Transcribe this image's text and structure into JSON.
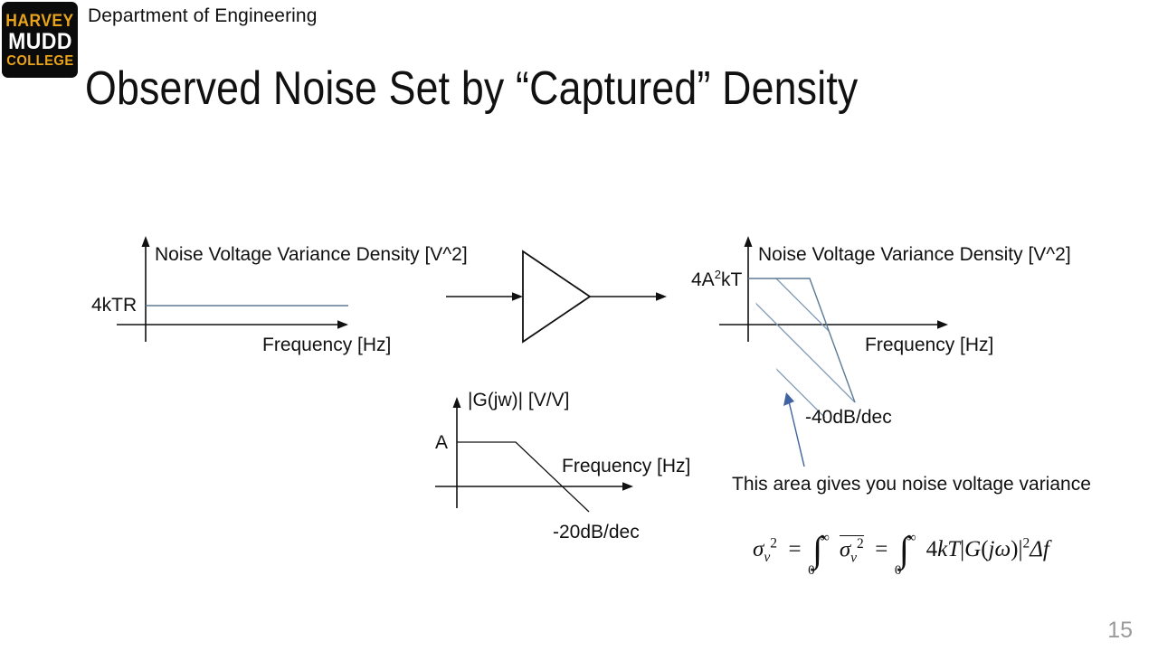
{
  "logo": {
    "line1": "HARVEY",
    "line2": "MUDD",
    "line3": "COLLEGE",
    "gold": "#e8a31a",
    "white": "#ffffff",
    "background": "#0b0b0b"
  },
  "header": {
    "department": "Department of Engineering",
    "title": "Observed Noise Set by “Captured” Density"
  },
  "colors": {
    "ink": "#111111",
    "plot_blue": "#5b7a96",
    "arrow_blue": "#3f63a0",
    "page_number": "#9a9a9a"
  },
  "input_plot": {
    "y_axis_label": "Noise Voltage Variance Density [V^2]",
    "x_axis_label": "Frequency [Hz]",
    "level_label": "4kTR"
  },
  "amplifier": {
    "name": "amplifier-triangle",
    "input_arrow": "signal-in",
    "output_arrow": "signal-out"
  },
  "gain_plot": {
    "y_axis_label": "|G(jw)| [V/V]",
    "x_axis_label": "Frequency [Hz]",
    "level_label": "A",
    "slope_label": "-20dB/dec"
  },
  "output_plot": {
    "y_axis_label": "Noise Voltage Variance Density [V^2]",
    "x_axis_label": "Frequency [Hz]",
    "level_label_prefix": "4A",
    "level_label_sup": "2",
    "level_label_suffix": "kT",
    "slope_label": "-40dB/dec",
    "annotation": "This area gives you noise voltage variance"
  },
  "equation": {
    "text": "σᵥ² = ∫₀^∞ σ̅ᵥ² = ∫₀^∞ 4kT|G(jω)|²Δf"
  },
  "footer": {
    "page_number": "15"
  },
  "chart_data": [
    {
      "type": "line",
      "name": "input-noise-density",
      "title": "Noise Voltage Variance Density [V^2]",
      "xlabel": "Frequency [Hz]",
      "ylabel": "Noise Voltage Variance Density [V^2]",
      "series": [
        {
          "name": "4kTR",
          "x": [
            0,
            1
          ],
          "values": [
            1,
            1
          ]
        }
      ],
      "annotations": [
        "4kTR"
      ],
      "grid": false
    },
    {
      "type": "line",
      "name": "amplifier-gain-magnitude",
      "title": "|G(jw)| [V/V]",
      "xlabel": "Frequency [Hz]",
      "ylabel": "|G(jw)| [V/V]",
      "series": [
        {
          "name": "A",
          "x": [
            0,
            0.35,
            1.0
          ],
          "values": [
            1,
            1,
            0
          ]
        }
      ],
      "annotations": [
        "A",
        "-20dB/dec"
      ],
      "grid": false
    },
    {
      "type": "area",
      "name": "output-noise-density",
      "title": "Noise Voltage Variance Density [V^2]",
      "xlabel": "Frequency [Hz]",
      "ylabel": "Noise Voltage Variance Density [V^2]",
      "series": [
        {
          "name": "4A^2kT",
          "x": [
            0,
            0.32,
            0.78
          ],
          "values": [
            1,
            1,
            -1
          ]
        }
      ],
      "annotations": [
        "4A²kT",
        "-40dB/dec",
        "This area gives you noise voltage variance"
      ],
      "grid": false
    }
  ]
}
